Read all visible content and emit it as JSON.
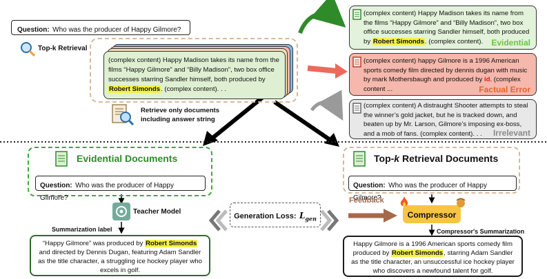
{
  "question": {
    "label": "Question:",
    "text": "Who was the producer of Happy Gilmore?"
  },
  "topk_retrieval_label": "Top-k Retrieval",
  "retrieved_stack_text": {
    "pre": "(complex content) Happy Madison takes its name from the films “Happy Gilmore” and “Billy Madison”, two box office successes starring Sandler himself, both produced by ",
    "highlight": "Robert Simonds",
    "post": ". (complex content). . ."
  },
  "retrieve_only_label": "Retrieve only documents including answer string",
  "docs": {
    "evidential": {
      "pre": "(complex content) Happy Madison takes its name from the films “Happy Gilmore” and “Billy Madison”, two box office successes starring Sandler himself, both produced by ",
      "highlight": "Robert Simonds",
      "post": ". (complex content).",
      "tag": "Evidential"
    },
    "factual": {
      "pre": "(complex content) happy Gilmore is a 1996 American sports comedy film directed by dennis dugan with music by mark Mothersbaugh and produced by ",
      "highlight": "id",
      "post": ". (complex content ...",
      "tag": "Factual Error"
    },
    "irrelevant": {
      "text": "(complex content) A distraught Shooter attempts to steal the winner’s gold jacket, but he is tracked down, and beaten up by Mr. Larson, Gilmore’s imposing ex-boss, and a mob of fans. (complex content). . .",
      "tag": "Irrelevant"
    }
  },
  "left_panel": {
    "title": "Evidential Documents",
    "teacher_label": "Teacher Model",
    "summarization_label": "Summarization label",
    "summary": {
      "pre": "“Happy Gilmore” was produced by ",
      "highlight": "Robert Simonds",
      "post": " and directed by Dennis Dugan, featuring Adam Sandler as the title character, a struggling ice hockey player who excels in golf."
    }
  },
  "generation_loss": "Generation Loss:",
  "feedback_label": "Feedback",
  "right_panel": {
    "title": "Top-k Retrieval Documents",
    "compressor_label": "Compressor",
    "compressor_summary_label": "Compressor's Summarization",
    "summary": {
      "pre": "Happy Gilmore is a 1996 American sports comedy film produced by ",
      "highlight": "Robert Simonds",
      "post": ", starring Adam Sandler as the title character, an unsuccessful ice hockey player who discovers a newfound talent for golf."
    }
  },
  "colors": {
    "green": "#2f8a2a",
    "evidential_tag": "#6cc24a",
    "red_tag": "#e8612c",
    "red_fill": "#f6b8ac",
    "gray_tag": "#8a8a8a",
    "compressor": "#f7c443",
    "feedback_arrow": "#a56a4c"
  }
}
